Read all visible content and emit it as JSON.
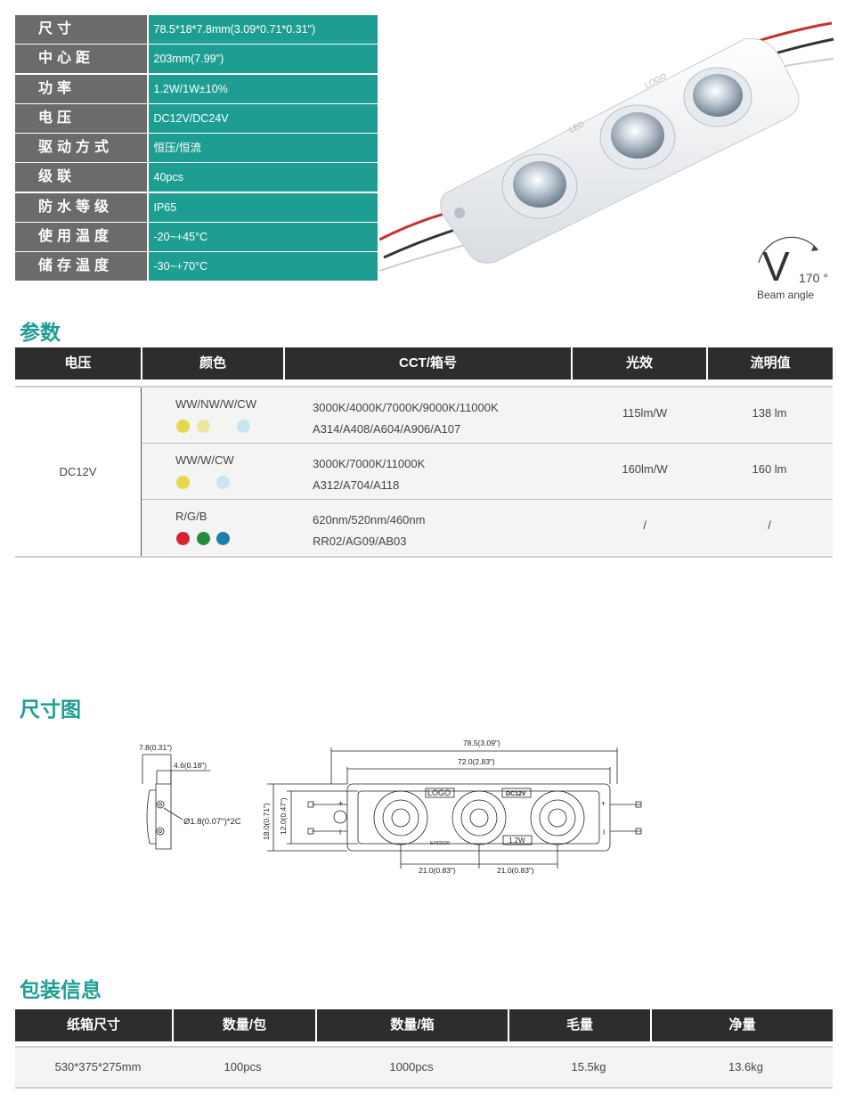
{
  "specs": [
    {
      "label": "尺寸",
      "value": "78.5*18*7.8mm(3.09*0.71*0.31\")"
    },
    {
      "label": "中心距",
      "value": "203mm(7.99\")"
    },
    {
      "label": "功率",
      "value": "1.2W/1W±10%"
    },
    {
      "label": "电压",
      "value": "DC12V/DC24V"
    },
    {
      "label": "驱动方式",
      "value": "恒压/恒流"
    },
    {
      "label": "级联",
      "value": "40pcs"
    },
    {
      "label": "防水等级",
      "value": "IP65"
    },
    {
      "label": "使用温度",
      "value": "-20~+45°C"
    },
    {
      "label": "储存温度",
      "value": "-30~+70°C"
    }
  ],
  "product_image": {
    "led_labels": [
      "LED",
      "LOGO"
    ]
  },
  "beam": {
    "symbol": "V",
    "degree": "170 °",
    "label": "Beam angle"
  },
  "params": {
    "title": "参数",
    "headers": [
      "电压",
      "颜色",
      "CCT/箱号",
      "光效",
      "流明值"
    ],
    "voltage": "DC12V",
    "rows": [
      {
        "color": "WW/NW/W/CW",
        "dots": [
          "#e6d84a",
          "#ece7a0",
          "#f6f6f0",
          "#c8e6f2"
        ],
        "cct": "3000K/4000K/7000K/9000K/11000K",
        "bin": "A314/A408/A604/A906/A107",
        "efficacy": "115lm/W",
        "lumen": "138 lm"
      },
      {
        "color": "WW/W/CW",
        "dots": [
          "#e6d84a",
          "#f6f6f0",
          "#c8e6f2"
        ],
        "cct": "3000K/7000K/11000K",
        "bin": "A312/A704/A118",
        "efficacy": "160lm/W",
        "lumen": "160 lm"
      },
      {
        "color": "R/G/B",
        "dots": [
          "#d8222f",
          "#1f8f3e",
          "#1e7fae"
        ],
        "cct": "620nm/520nm/460nm",
        "bin": "RR02/AG09/AB03",
        "efficacy": "/",
        "lumen": "/"
      }
    ]
  },
  "dimensions": {
    "title": "尺寸图",
    "labels": {
      "thickness": "7.8(0.31\")",
      "inner": "4.6(0.18\")",
      "hole": "Ø1.8(0.07\")*2C",
      "length": "78.5(3.09\")",
      "inner_length": "72.0(2.83\")",
      "height": "18.0(0.71\")",
      "inner_height": "12.0(0.47\")",
      "pitch1": "21.0(0.83\")",
      "pitch2": "21.0(0.83\")",
      "logo": "LOGO",
      "voltage_tag": "DC12V",
      "power_tag": "1.2W",
      "cert_code": "E482026",
      "plus": "+",
      "minus": "I"
    }
  },
  "packing": {
    "title": "包装信息",
    "headers": [
      "纸箱尺寸",
      "数量/包",
      "数量/箱",
      "毛量",
      "净量"
    ],
    "row": [
      "530*375*275mm",
      "100pcs",
      "1000pcs",
      "15.5kg",
      "13.6kg"
    ]
  }
}
